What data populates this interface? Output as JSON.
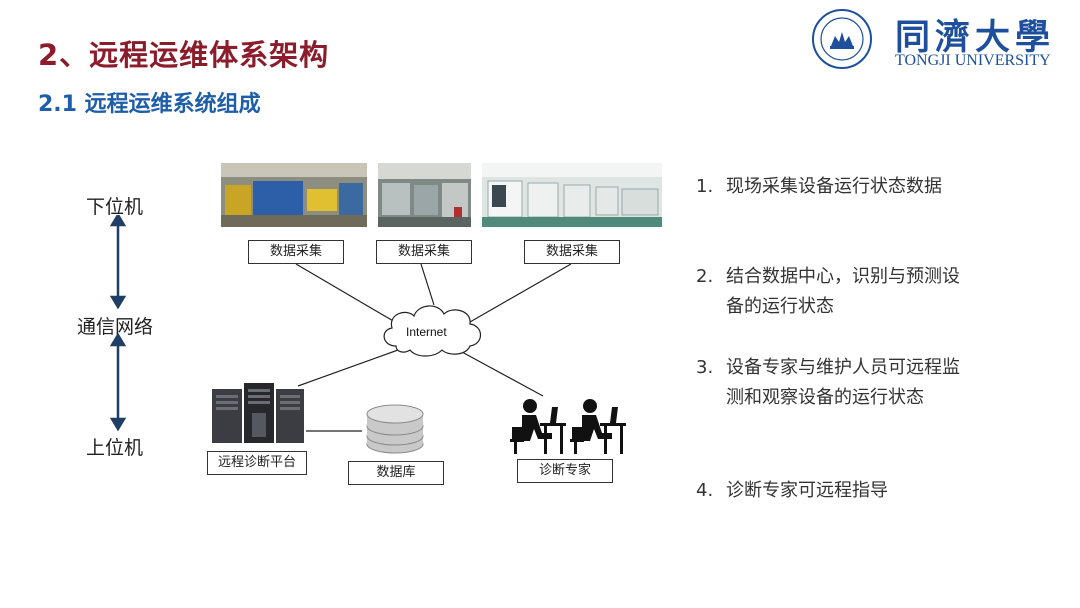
{
  "header": {
    "title": "2、远程运维体系架构",
    "subtitle": "2.1 远程运维系统组成",
    "logo_cn": "同濟大學",
    "logo_en": "TONGJI UNIVERSITY"
  },
  "left_labels": {
    "lower": "下位机",
    "network": "通信网络",
    "upper": "上位机"
  },
  "diagram": {
    "collect_labels": [
      "数据采集",
      "数据采集",
      "数据采集"
    ],
    "cloud_label": "Internet",
    "platform_label": "远程诊断平台",
    "database_label": "数据库",
    "expert_label": "诊断专家"
  },
  "items": [
    {
      "num": "1.",
      "text": "现场采集设备运行状态数据"
    },
    {
      "num": "2.",
      "text": "结合数据中心，识别与预测设备的运行状态"
    },
    {
      "num": "3.",
      "text": "设备专家与维护人员可远程监测和观察设备的运行状态"
    },
    {
      "num": "4.",
      "text": "诊断专家可远程指导"
    }
  ],
  "colors": {
    "title": "#8b1c2b",
    "subtitle": "#1e5ea8",
    "logo": "#1d4f9c",
    "arrow": "#1f3f66"
  }
}
